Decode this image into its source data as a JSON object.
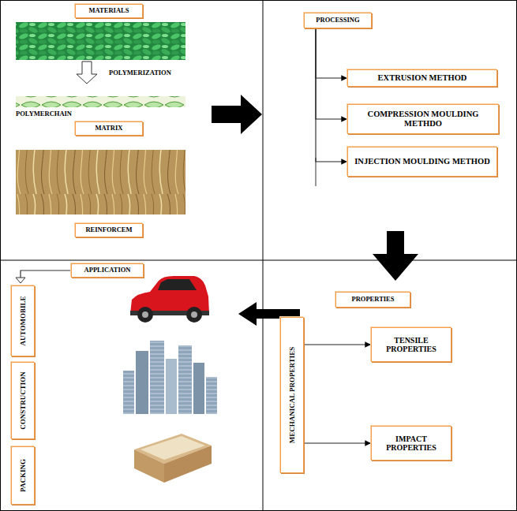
{
  "diagram": {
    "nodes": [
      {
        "text": [
          "MATERIALS"
        ]
      },
      {
        "text": [
          "MATRIX"
        ]
      },
      {
        "text": [
          "REINFORCEM"
        ]
      },
      {
        "text": [
          "PROCESSING"
        ]
      },
      {
        "text": [
          "EXTRUSION METHOD"
        ]
      },
      {
        "text": [
          "COMPRESSION MOULDING METHDO"
        ]
      },
      {
        "text": [
          "INJECTION MOULDING METHOD"
        ]
      },
      {
        "text": [
          "PROPERTIES"
        ]
      },
      {
        "text": [
          "MECHANICAL PROPERTIES"
        ]
      },
      {
        "text": [
          "TENSILE PROPERTIES"
        ]
      },
      {
        "text": [
          "IMPACT PROPERTIES"
        ]
      },
      {
        "text": [
          "APPLICATION"
        ]
      },
      {
        "text": [
          "AUTOMOBILE"
        ]
      },
      {
        "text": [
          "CONSTRUCTION"
        ]
      },
      {
        "text": [
          "PACKING"
        ]
      }
    ],
    "edges": [
      {
        "from": 3,
        "to": 4,
        "arrow": "to"
      },
      {
        "from": 3,
        "to": 5,
        "arrow": "to"
      },
      {
        "from": 3,
        "to": 6,
        "arrow": "to"
      },
      {
        "from": 8,
        "to": 9,
        "arrow": "to"
      },
      {
        "from": 8,
        "to": 10,
        "arrow": "to"
      }
    ],
    "labels": [
      "POLYMERIZATION",
      "POLYMERCHAIN"
    ]
  }
}
